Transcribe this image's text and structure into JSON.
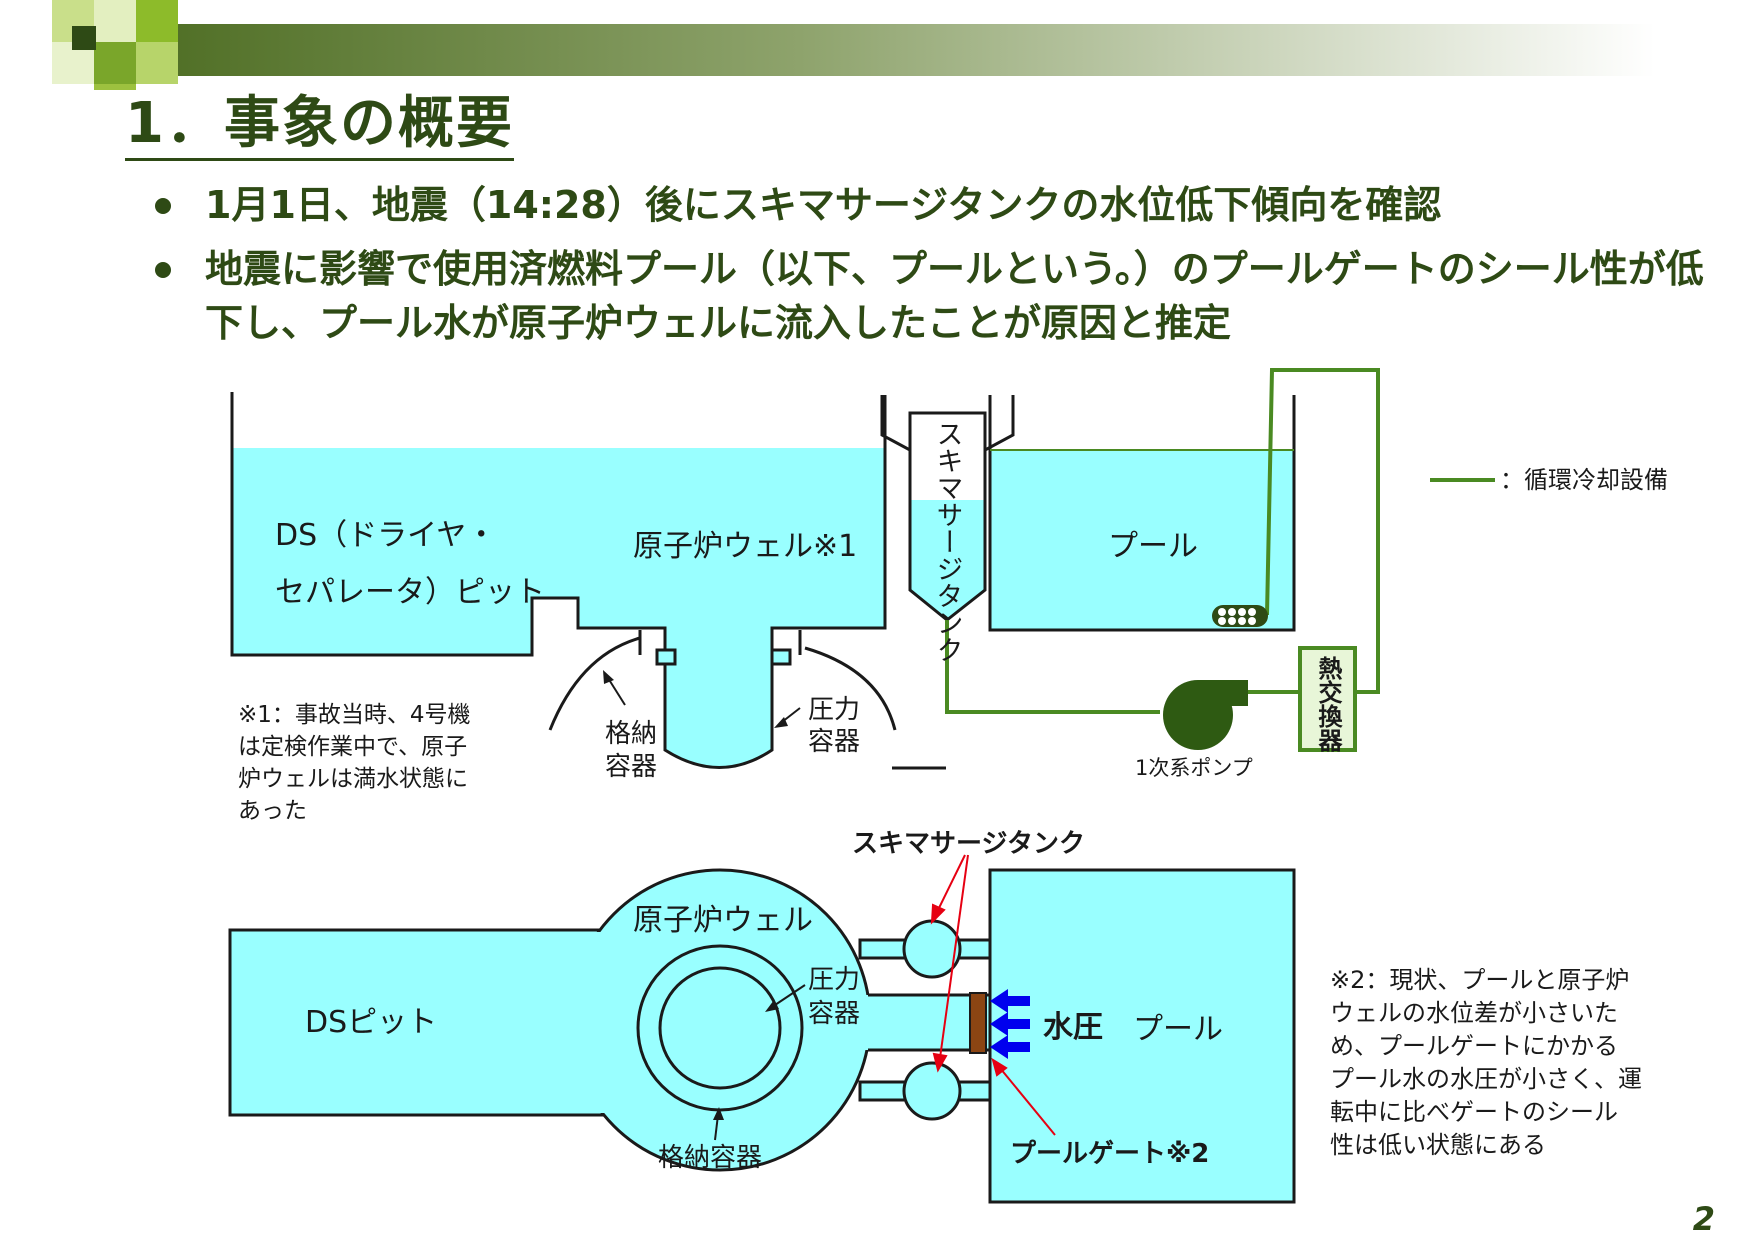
{
  "title": "1．事象の概要",
  "bullets": [
    "1月1日、地震（14:28）後にスキマサージタンクの水位低下傾向を確認",
    "地震に影響で使用済燃料プール（以下、プールという。）のプールゲートのシール性が低下し、プール水が原子炉ウェルに流入したことが原因と推定"
  ],
  "page_number": "2",
  "top": {
    "ds_pit_line1": "DS（ドライヤ・",
    "ds_pit_line2": "セパレータ）ピット",
    "reactor_well": "原子炉ウェル※1",
    "skimmer_tank_vertical": "スキマサージタンク",
    "pool": "プール",
    "legend": "：循環冷却設備",
    "containment_1": "格納",
    "containment_2": "容器",
    "pressure_1": "圧力",
    "pressure_2": "容器",
    "pump": "1次系ポンプ",
    "heat_exchanger": "熱交換器",
    "note1": [
      "※1：事故当時、4号機",
      "は定検作業中で、原子",
      "炉ウェルは満水状態に",
      "あった"
    ]
  },
  "bottom": {
    "skimmer_tank": "スキマサージタンク",
    "reactor_well": "原子炉ウェル",
    "ds_pit": "DSピット",
    "pressure_1": "圧力",
    "pressure_2": "容器",
    "containment": "格納容器",
    "water_pressure": "水圧",
    "pool": "プール",
    "pool_gate": "プールゲート※2",
    "note2": [
      "※2：現状、プールと原子炉",
      "ウェルの水位差が小さいた",
      "め、プールゲートにかかる",
      "プール水の水圧が小さく、運",
      "転中に比べゲートのシール",
      "性は低い状態にある"
    ]
  },
  "colors": {
    "water": "#99ffff",
    "dark_green": "#2e4a15",
    "pipe_green": "#4a8a22",
    "red_label": "#e60012",
    "blue_arrow": "#0000ee",
    "gate_brown": "#8b4513"
  }
}
